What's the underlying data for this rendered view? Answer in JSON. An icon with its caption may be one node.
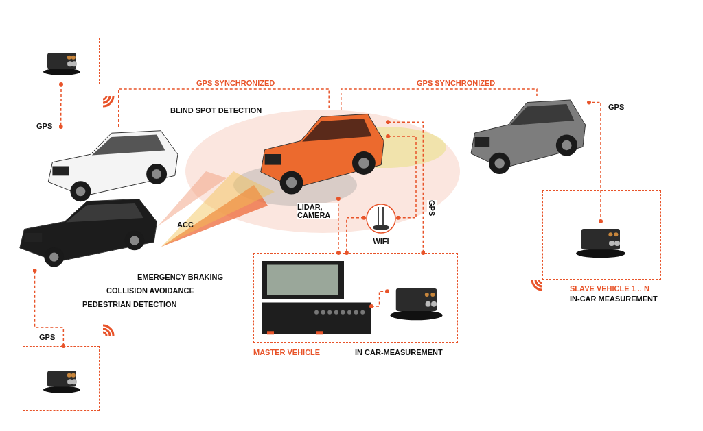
{
  "diagram": {
    "nodes": [
      {
        "text": [],
        "shape": "picture"
      },
      {
        "text": [],
        "shape": "picture"
      },
      {
        "text": [],
        "shape": "picture"
      },
      {
        "text": [],
        "shape": "picture"
      },
      {
        "text": [],
        "shape": "picture"
      },
      {
        "text": [
          "MASTER VEHICLE",
          "IN CAR-MEASUREMENT"
        ]
      },
      {
        "text": [],
        "shape": "picture",
        "in": 5
      },
      {
        "text": [],
        "shape": "picture",
        "in": 5
      },
      {
        "text": [
          "WIFI"
        ]
      },
      {
        "text": [
          "SLAVE VEHICLE 1 .. N",
          "IN-CAR MEASUREMENT"
        ]
      },
      {
        "text": [],
        "shape": "picture",
        "in": 9
      },
      {
        "text": [],
        "shape": "picture"
      }
    ],
    "edges": [
      {
        "from": 0,
        "to": 1,
        "arrow": "other",
        "label": "GPS",
        "style": "dashed"
      },
      {
        "from": 11,
        "to": 4,
        "arrow": "other",
        "label": "GPS",
        "style": "dashed"
      },
      {
        "from": 10,
        "to": 3,
        "arrow": "other",
        "label": "GPS",
        "style": "dashed"
      },
      {
        "from": 1,
        "to": 2,
        "arrow": "none",
        "label": "GPS SYNCHRONIZED",
        "style": "dashed"
      },
      {
        "from": 2,
        "to": 3,
        "arrow": "none",
        "label": "GPS SYNCHRONIZED",
        "style": "dashed"
      },
      {
        "from": 2,
        "to": 5,
        "arrow": "other",
        "label": "GPS",
        "style": "dashed"
      },
      {
        "from": 2,
        "to": 5,
        "arrow": "other",
        "label": "LIDAR, CAMERA",
        "style": "dashed"
      },
      {
        "from": 8,
        "to": 5,
        "arrow": "other",
        "style": "dashed"
      },
      {
        "from": 2,
        "to": 8,
        "arrow": "other",
        "style": "dashed"
      },
      {
        "from": 6,
        "to": 7,
        "arrow": "other",
        "style": "dashed"
      }
    ],
    "labels": [
      "BLIND SPOT DETECTION",
      "ACC",
      "EMERGENCY BRAKING",
      "COLLISION AVOIDANCE",
      "PEDESTRIAN DETECTION"
    ]
  }
}
